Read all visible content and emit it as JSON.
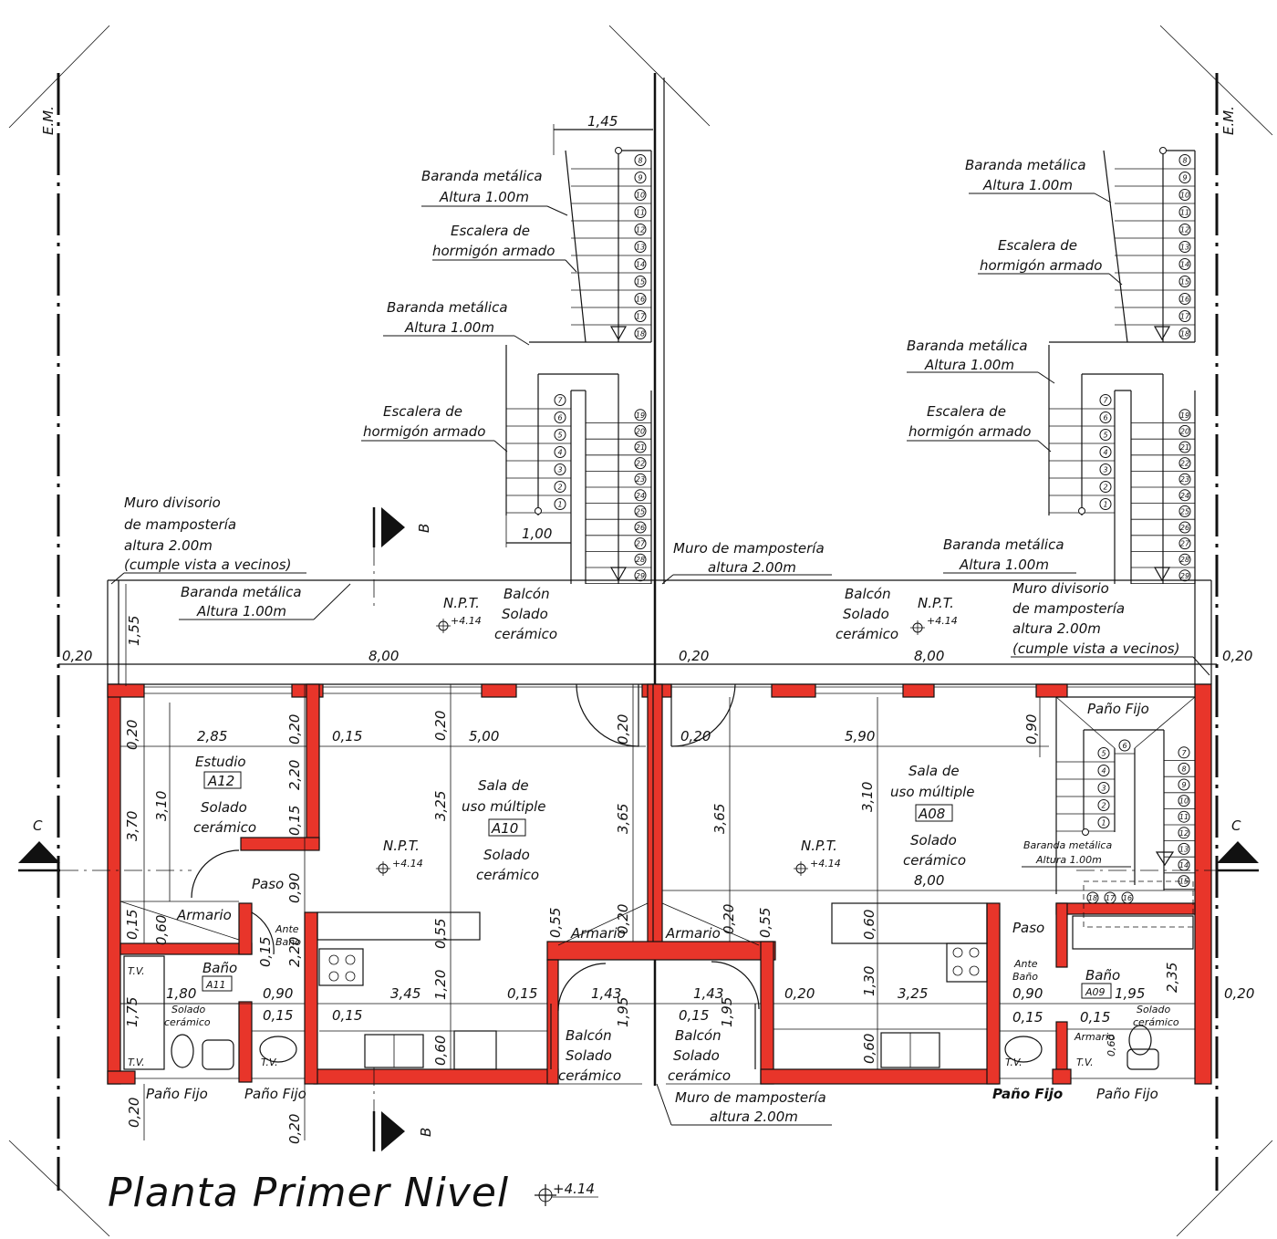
{
  "title": "Planta Primer Nivel",
  "title_level": "+4.14",
  "axis_label": "E.M.",
  "section_b": "B",
  "section_c": "C",
  "colors": {
    "wall": "#e8352a",
    "line": "#111111"
  },
  "left_unit": {
    "stair_upper": {
      "railing": "Baranda metálica",
      "railing_height": "Altura 1.00m",
      "stair": "Escalera de",
      "stair_material": "hormigón armado",
      "width": "1,45"
    },
    "stair_lower": {
      "railing": "Baranda metálica",
      "railing_height": "Altura 1.00m",
      "stair": "Escalera de",
      "stair_material": "hormigón armado",
      "width": "1,00"
    },
    "party_wall": [
      "Muro divisorio",
      "de mampostería",
      "altura 2.00m",
      "(cumple vista a vecinos)"
    ],
    "balcony_railing": "Baranda metálica",
    "balcony_railing_height": "Altura 1.00m",
    "npt": "N.P.T.",
    "npt_value": "+4.14",
    "balcony": [
      "Balcón",
      "Solado",
      "cerámico"
    ],
    "estudio": [
      "Estudio",
      "A12",
      "Solado",
      "cerámico"
    ],
    "sala": [
      "Sala de",
      "uso múltiple",
      "A10",
      "Solado",
      "cerámico"
    ],
    "armario": "Armario",
    "paso": "Paso",
    "ante_bano": [
      "Ante",
      "Baño"
    ],
    "bano": [
      "Baño",
      "A11"
    ],
    "bano_floor": [
      "Solado",
      "cerámico"
    ],
    "tv": "T.V.",
    "pano_fijo": "Paño Fijo",
    "balcony_back": [
      "Balcón",
      "Solado",
      "cerámico"
    ]
  },
  "right_unit": {
    "wall_note": [
      "Muro de mampostería",
      "altura 2.00m"
    ],
    "stair_upper": {
      "railing": "Baranda metálica",
      "railing_height": "Altura 1.00m",
      "stair": "Escalera de",
      "stair_material": "hormigón armado"
    },
    "stair_lower": {
      "railing": "Baranda metálica",
      "railing_height": "Altura 1.00m",
      "stair": "Escalera de",
      "stair_material": "hormigón armado"
    },
    "balcony_railing": "Baranda metálica",
    "balcony_railing_height": "Altura 1.00m",
    "party_wall": [
      "Muro divisorio",
      "de mampostería",
      "altura 2.00m",
      "(cumple vista a vecinos)"
    ],
    "balcony": [
      "Balcón",
      "Solado",
      "cerámico"
    ],
    "npt": "N.P.T.",
    "npt_value": "+4.14",
    "pano_fijo": "Paño Fijo",
    "sala": [
      "Sala de",
      "uso múltiple",
      "A08",
      "Solado",
      "cerámico"
    ],
    "inner_railing": "Baranda metálica",
    "inner_railing_height": "Altura 1.00m",
    "armario": "Armario",
    "paso": "Paso",
    "ante_bano": [
      "Ante",
      "Baño"
    ],
    "bano": [
      "Baño",
      "A09"
    ],
    "bano_floor": [
      "Solado",
      "cerámico"
    ],
    "tv": "T.V.",
    "balcony_back": [
      "Balcón",
      "Solado",
      "cerámico"
    ],
    "wall_note_bottom": [
      "Muro de mampostería",
      "altura 2.00m"
    ]
  },
  "dimensions": {
    "d020": "0,20",
    "d155": "1,55",
    "d800": "8,00",
    "d285": "2,85",
    "d015": "0,15",
    "d500": "5,00",
    "d310": "3,10",
    "d370": "3,70",
    "d220": "2,20",
    "d325": "3,25",
    "d365": "3,65",
    "d090": "0,90",
    "d055": "0,55",
    "d060": "0,60",
    "d120": "1,20",
    "d345": "3,45",
    "d143": "1,43",
    "d195": "1,95",
    "d180": "1,80",
    "d175": "1,75",
    "d590": "5,90",
    "d130": "1,30",
    "d235": "2,35"
  },
  "step_numbers": {
    "left_upper": [
      "8",
      "9",
      "10",
      "11",
      "12",
      "13",
      "14",
      "15",
      "16",
      "17",
      "18"
    ],
    "left_lower_a": [
      "7",
      "6",
      "5",
      "4",
      "3",
      "2",
      "1"
    ],
    "left_lower_b": [
      "19",
      "20",
      "21",
      "22",
      "23",
      "24",
      "25",
      "26",
      "27",
      "28",
      "29"
    ],
    "right_upper": [
      "8",
      "9",
      "10",
      "11",
      "12",
      "13",
      "14",
      "15",
      "16",
      "17",
      "18"
    ],
    "right_lower_a": [
      "7",
      "6",
      "5",
      "4",
      "3",
      "2",
      "1"
    ],
    "right_lower_b": [
      "19",
      "20",
      "21",
      "22",
      "23",
      "24",
      "25",
      "26",
      "27",
      "28",
      "29"
    ],
    "right_inner_a": [
      "5",
      "4",
      "3",
      "2",
      "1"
    ],
    "right_inner_b": [
      "7",
      "8",
      "9",
      "10",
      "11",
      "12",
      "13",
      "14",
      "15"
    ],
    "right_inner_top": "6",
    "right_inner_row": [
      "18",
      "17",
      "16"
    ]
  }
}
